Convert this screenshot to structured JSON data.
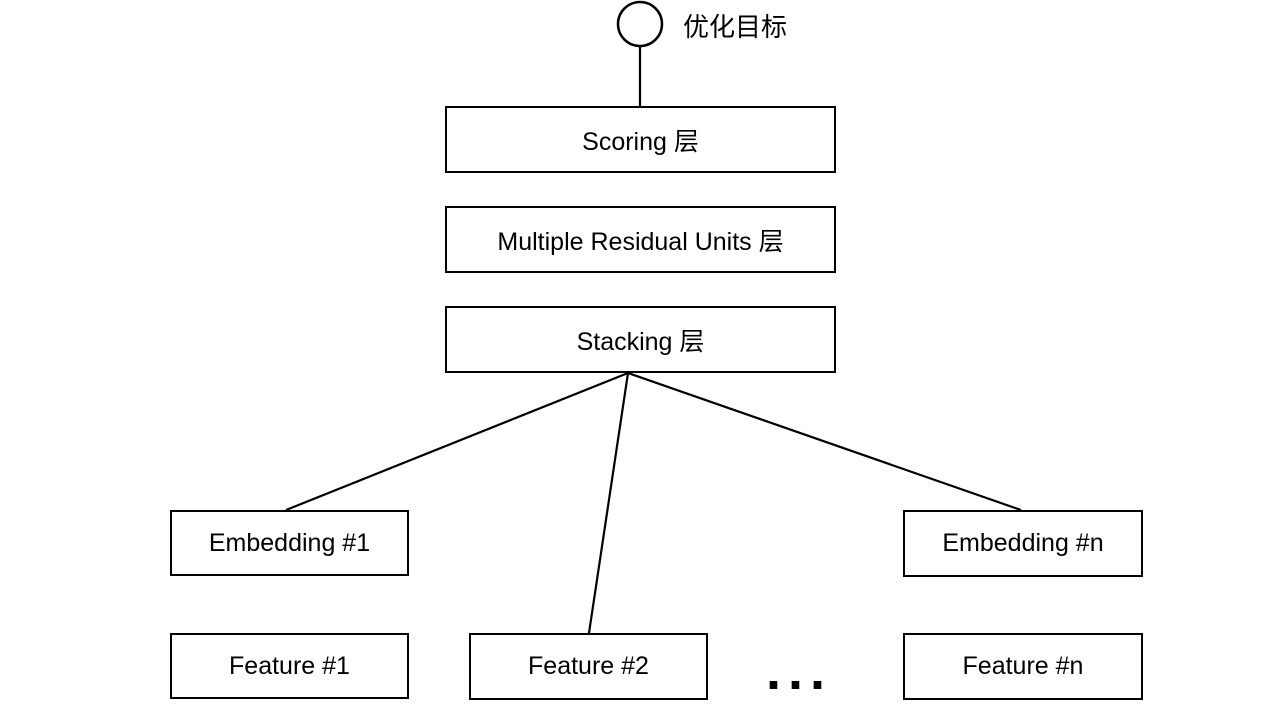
{
  "diagram": {
    "target_label": "优化目标",
    "ellipsis": "...",
    "colors": {
      "stroke": "#000000",
      "background": "#ffffff"
    },
    "nodes": {
      "scoring": {
        "label": "Scoring 层"
      },
      "residual": {
        "label": "Multiple Residual Units 层"
      },
      "stacking": {
        "label": "Stacking 层"
      },
      "embedding_1": {
        "label": "Embedding #1"
      },
      "embedding_n": {
        "label": "Embedding #n"
      },
      "feature_1": {
        "label": "Feature #1"
      },
      "feature_2": {
        "label": "Feature #2"
      },
      "feature_n": {
        "label": "Feature #n"
      }
    },
    "edges": [
      {
        "from": "target-circle",
        "to": "scoring"
      },
      {
        "from": "stacking",
        "to": "embedding_1"
      },
      {
        "from": "stacking",
        "to": "feature_2"
      },
      {
        "from": "stacking",
        "to": "embedding_n"
      }
    ]
  }
}
